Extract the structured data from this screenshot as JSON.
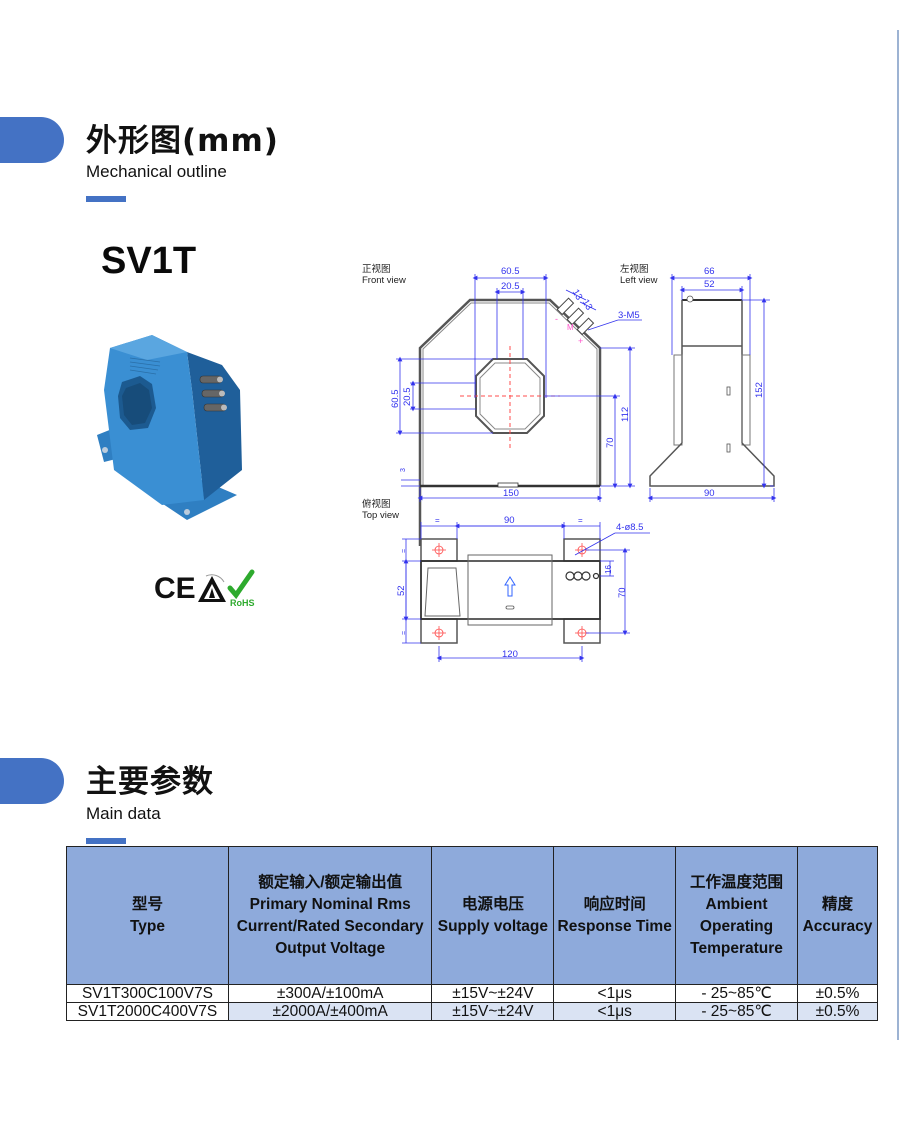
{
  "sections": {
    "outline": {
      "title": "外形图(mm)",
      "subtitle": "Mechanical outline",
      "accent_color": "#4472c4"
    },
    "main_data": {
      "title": "主要参数",
      "subtitle": "Main data",
      "accent_color": "#4472c4"
    }
  },
  "product": {
    "model": "SV1T",
    "photo_alt": "blue-current-transducer-photo",
    "certifications": [
      "CE",
      "ESD",
      "RoHS"
    ]
  },
  "drawing": {
    "front_view": {
      "label_cn": "正视图",
      "label_en": "Front view",
      "dims": {
        "top_width": "60.5",
        "inner_width": "20.5",
        "terminal_pitch_1": "13",
        "terminal_pitch_2": "13",
        "terminal_spec": "3-M5",
        "aperture_outer": "60.5",
        "aperture_inner": "20.5",
        "center_height": "70",
        "total_height": "112",
        "base_thickness": "3",
        "base_width": "150",
        "polarity_minus": "-",
        "polarity_plus": "+",
        "polarity_m": "M"
      }
    },
    "left_view": {
      "label_cn": "左视图",
      "label_en": "Left view",
      "dims": {
        "top_outer": "66",
        "top_inner": "52",
        "height": "152",
        "base_width": "90"
      }
    },
    "top_view": {
      "label_cn": "俯视图",
      "label_en": "Top view",
      "dims": {
        "eq_left": "=",
        "middle": "90",
        "eq_right": "=",
        "holes": "4-ø8.5",
        "side_eq_top": "=",
        "side_height": "52",
        "side_eq_bottom": "=",
        "terminal_offset": "16",
        "hole_pitch_y": "70",
        "hole_pitch_x": "120"
      }
    }
  },
  "table": {
    "header_color": "#8eaadb",
    "alt_row_color": "#dae3f3",
    "columns": [
      {
        "cn": "型号",
        "en": "Type"
      },
      {
        "cn": "额定输入/额定输出值",
        "en": "Primary Nominal Rms Current/Rated Secondary Output Voltage"
      },
      {
        "cn": "电源电压",
        "en": "Supply voltage"
      },
      {
        "cn": "响应时间",
        "en": "Response Time"
      },
      {
        "cn": "工作温度范围",
        "en": "Ambient Operating Temperature"
      },
      {
        "cn": "精度",
        "en": "Accuracy"
      }
    ],
    "rows": [
      [
        "SV1T300C100V7S",
        "±300A/±100mA",
        "±15V~±24V",
        "<1μs",
        "- 25~85℃",
        "±0.5%"
      ],
      [
        "SV1T2000C400V7S",
        "±2000A/±400mA",
        "±15V~±24V",
        "<1μs",
        "- 25~85℃",
        "±0.5%"
      ]
    ]
  }
}
